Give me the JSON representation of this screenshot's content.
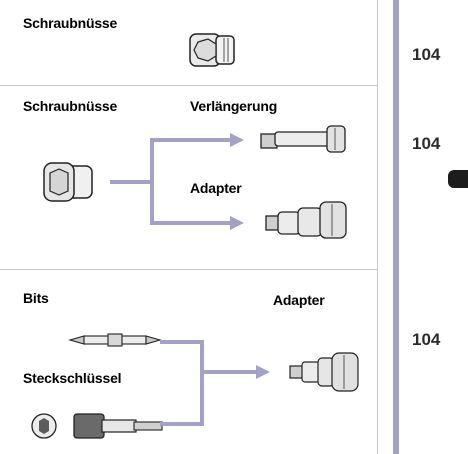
{
  "section1": {
    "label": "Schraubnüsse"
  },
  "section2": {
    "label": "Schraubnüsse",
    "extension_label": "Verlängerung",
    "adapter_label": "Adapter"
  },
  "section3": {
    "bits_label": "Bits",
    "socket_wrench_label": "Steckschlüssel",
    "adapter_label": "Adapter"
  },
  "sidebar": {
    "page_numbers": [
      "104",
      "104",
      "104"
    ],
    "accent_color": "#a3a1c8"
  }
}
